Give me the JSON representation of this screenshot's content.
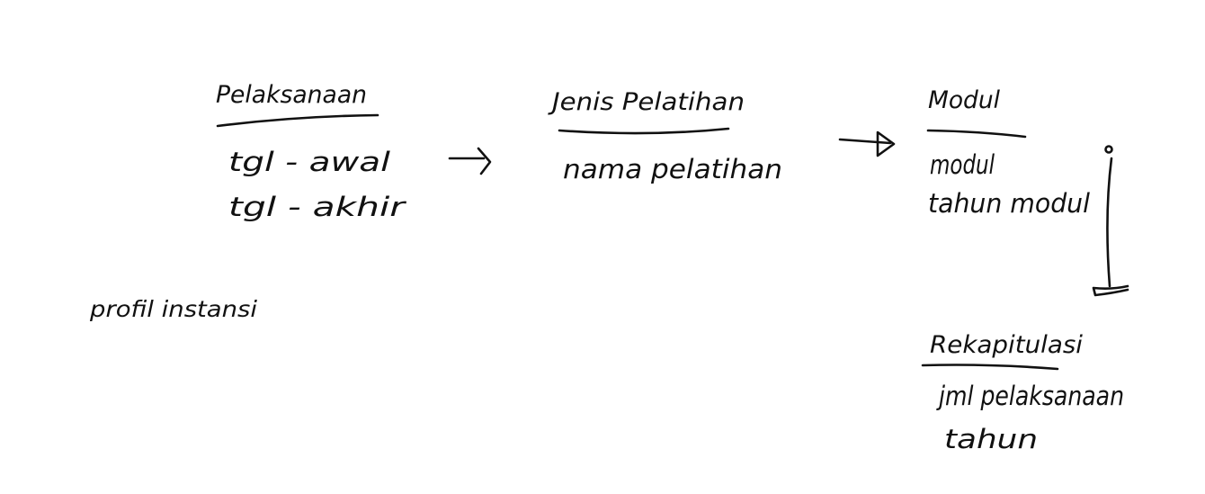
{
  "entities": {
    "pelaksanaan": {
      "title": "Pelaksanaan",
      "fields": [
        "tgl - awal",
        "tgl - akhir"
      ]
    },
    "jenis_pelatihan": {
      "title": "Jenis Pelatihan",
      "fields": [
        "nama pelatihan"
      ]
    },
    "modul": {
      "title": "Modul",
      "fields": [
        "modul",
        "tahun modul"
      ]
    },
    "rekapitulasi": {
      "title": "Rekapitulasi",
      "fields": [
        "jml pelaksanaan",
        "tahun"
      ]
    }
  },
  "notes": {
    "profil_instansi": "profil instansi"
  }
}
